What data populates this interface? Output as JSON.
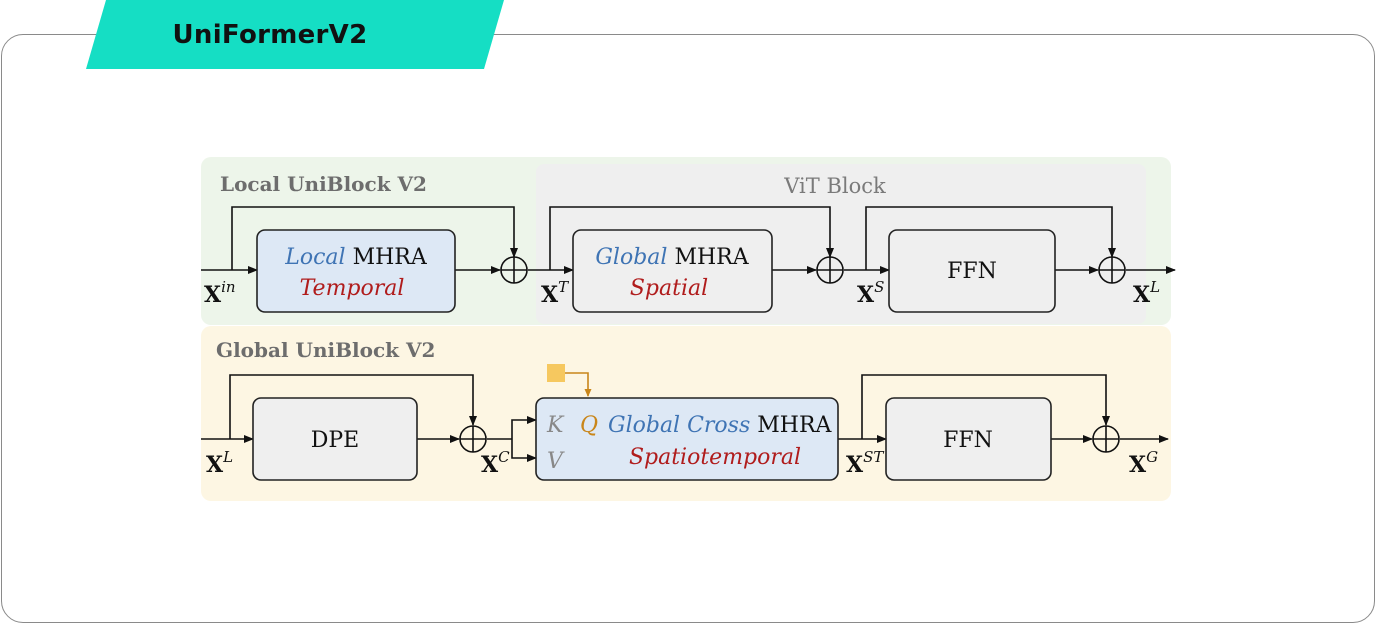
{
  "header": {
    "title": "UniFormerV2"
  },
  "colors": {
    "accent": "#15dec4",
    "local_panel": "#edf5ea",
    "vit_panel": "#efefef",
    "global_panel": "#fdf6e3",
    "blue_text": "#3f74b4",
    "red_text": "#b01c1c",
    "query_token": "#f6c85f",
    "q_letter": "#c9861a",
    "kv_letter": "#888888"
  },
  "local_block": {
    "label": "Local UniBlock V2",
    "vit_label": "ViT Block",
    "mhra": {
      "italic": "Local",
      "rest": " MHRA",
      "sub": "Temporal"
    },
    "global_mhra": {
      "italic": "Global",
      "rest": " MHRA",
      "sub": "Spatial"
    },
    "ffn": "FFN",
    "vars": {
      "in": {
        "base": "X",
        "sup": "in"
      },
      "t": {
        "base": "X",
        "sup": "T"
      },
      "s": {
        "base": "X",
        "sup": "S"
      },
      "l": {
        "base": "X",
        "sup": "L"
      }
    }
  },
  "global_block": {
    "label": "Global UniBlock V2",
    "dpe": "DPE",
    "cross": {
      "k": "K",
      "q": "Q",
      "v": "V",
      "italic": "Global Cross",
      "rest": " MHRA",
      "sub": "Spatiotemporal"
    },
    "ffn": "FFN",
    "vars": {
      "l": {
        "base": "X",
        "sup": "L"
      },
      "c": {
        "base": "X",
        "sup": "C"
      },
      "st": {
        "base": "X",
        "sup": "ST"
      },
      "g": {
        "base": "X",
        "sup": "G"
      }
    }
  }
}
